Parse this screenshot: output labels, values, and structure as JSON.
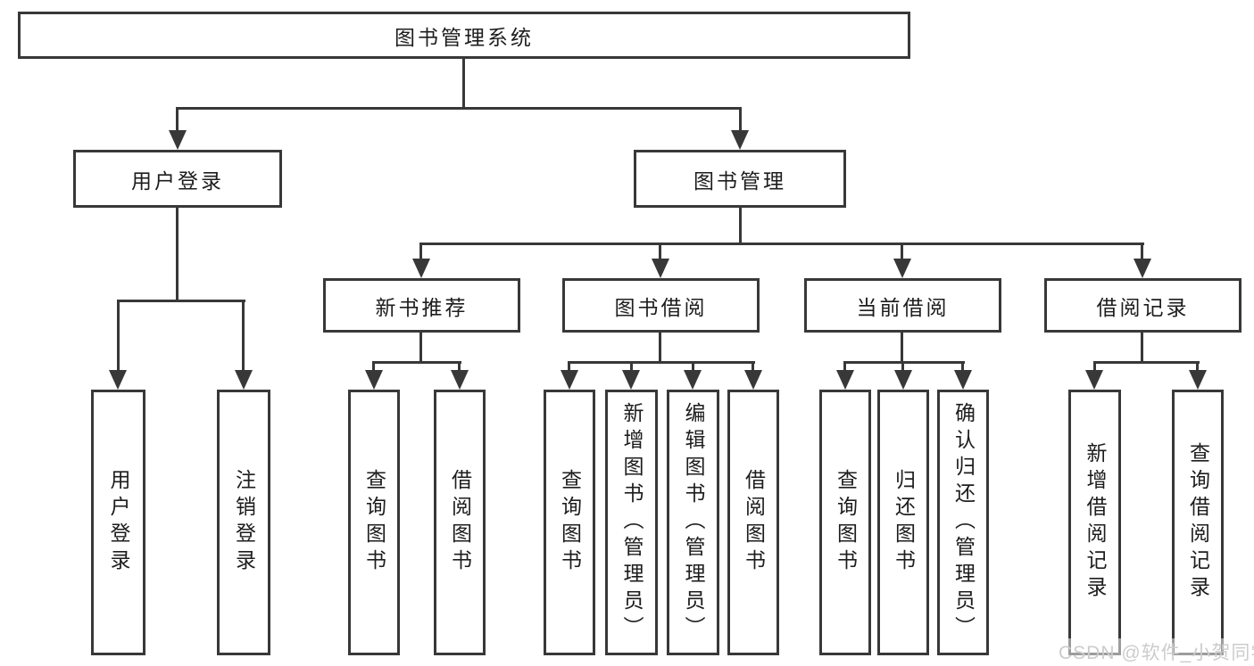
{
  "diagram": {
    "title": "图书管理系统",
    "branches": [
      {
        "label": "用户登录",
        "children": [
          {
            "label": "用户登录"
          },
          {
            "label": "注销登录"
          }
        ]
      },
      {
        "label": "图书管理",
        "children": [
          {
            "label": "新书推荐",
            "children": [
              {
                "label": "查询图书"
              },
              {
                "label": "借阅图书"
              }
            ]
          },
          {
            "label": "图书借阅",
            "children": [
              {
                "label": "查询图书"
              },
              {
                "label": "新增图书（管理员）"
              },
              {
                "label": "编辑图书（管理员）"
              },
              {
                "label": "借阅图书"
              }
            ]
          },
          {
            "label": "当前借阅",
            "children": [
              {
                "label": "查询图书"
              },
              {
                "label": "归还图书"
              },
              {
                "label": "确认归还（管理员）"
              }
            ]
          },
          {
            "label": "借阅记录",
            "children": [
              {
                "label": "新增借阅记录"
              },
              {
                "label": "查询借阅记录"
              }
            ]
          }
        ]
      }
    ]
  },
  "watermark": "CSDN @软件_小贺同学",
  "colors": {
    "line": "#383838",
    "text": "#1d1d1d",
    "background": "#ffffff",
    "watermark": "#cccccc"
  }
}
